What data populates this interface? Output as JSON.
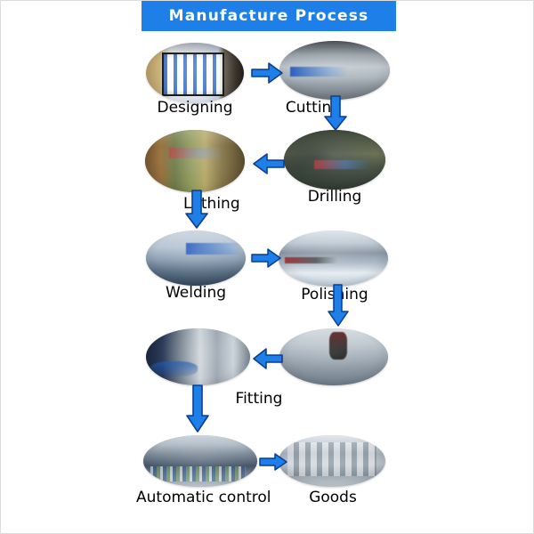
{
  "header": {
    "title": "Manufacture  Process",
    "banner_color": "#1e7fe8",
    "title_color": "#ffffff"
  },
  "theme": {
    "arrow_fill": "#1e7fe8",
    "arrow_stroke": "#0a3f8f",
    "page_background": "#ffffff",
    "label_color": "#000000"
  },
  "flow": {
    "steps": [
      {
        "id": "designing",
        "label": "Designing",
        "row": 1,
        "column": "left",
        "image": "designing-photo"
      },
      {
        "id": "cutting",
        "label": "Cutting",
        "row": 1,
        "column": "right",
        "image": "cutting-photo"
      },
      {
        "id": "lathing",
        "label": "Lathing",
        "row": 2,
        "column": "left",
        "image": "lathing-photo"
      },
      {
        "id": "drilling",
        "label": "Drilling",
        "row": 2,
        "column": "right",
        "image": "drilling-photo"
      },
      {
        "id": "welding",
        "label": "Welding",
        "row": 3,
        "column": "left",
        "image": "welding-photo"
      },
      {
        "id": "polishing",
        "label": "Polishing",
        "row": 3,
        "column": "right",
        "image": "polishing-photo"
      },
      {
        "id": "fitting",
        "label": "Fitting",
        "row": 4,
        "column": "left",
        "image": "fitting-photo"
      },
      {
        "id": "fitting-source",
        "label": "",
        "row": 4,
        "column": "right",
        "image": "assembly-photo"
      },
      {
        "id": "automatic-control",
        "label": "Automatic control",
        "row": 5,
        "column": "left",
        "image": "automatic-control-photo"
      },
      {
        "id": "goods",
        "label": "Goods",
        "row": 5,
        "column": "right",
        "image": "goods-photo"
      }
    ],
    "connectors": [
      {
        "id": "designing-to-cutting",
        "direction": "right",
        "from": "designing",
        "to": "cutting"
      },
      {
        "id": "cutting-to-drilling",
        "direction": "down",
        "from": "cutting",
        "to": "drilling"
      },
      {
        "id": "drilling-to-lathing",
        "direction": "left",
        "from": "drilling",
        "to": "lathing"
      },
      {
        "id": "lathing-to-welding",
        "direction": "down",
        "from": "lathing",
        "to": "welding"
      },
      {
        "id": "welding-to-polishing",
        "direction": "right",
        "from": "welding",
        "to": "polishing"
      },
      {
        "id": "polishing-to-fitting-source",
        "direction": "down",
        "from": "polishing",
        "to": "fitting-source"
      },
      {
        "id": "fitting-source-to-fitting",
        "direction": "left",
        "from": "fitting-source",
        "to": "fitting"
      },
      {
        "id": "fitting-to-automatic",
        "direction": "down",
        "from": "fitting",
        "to": "automatic-control"
      },
      {
        "id": "automatic-to-goods",
        "direction": "right",
        "from": "automatic-control",
        "to": "goods"
      }
    ]
  }
}
